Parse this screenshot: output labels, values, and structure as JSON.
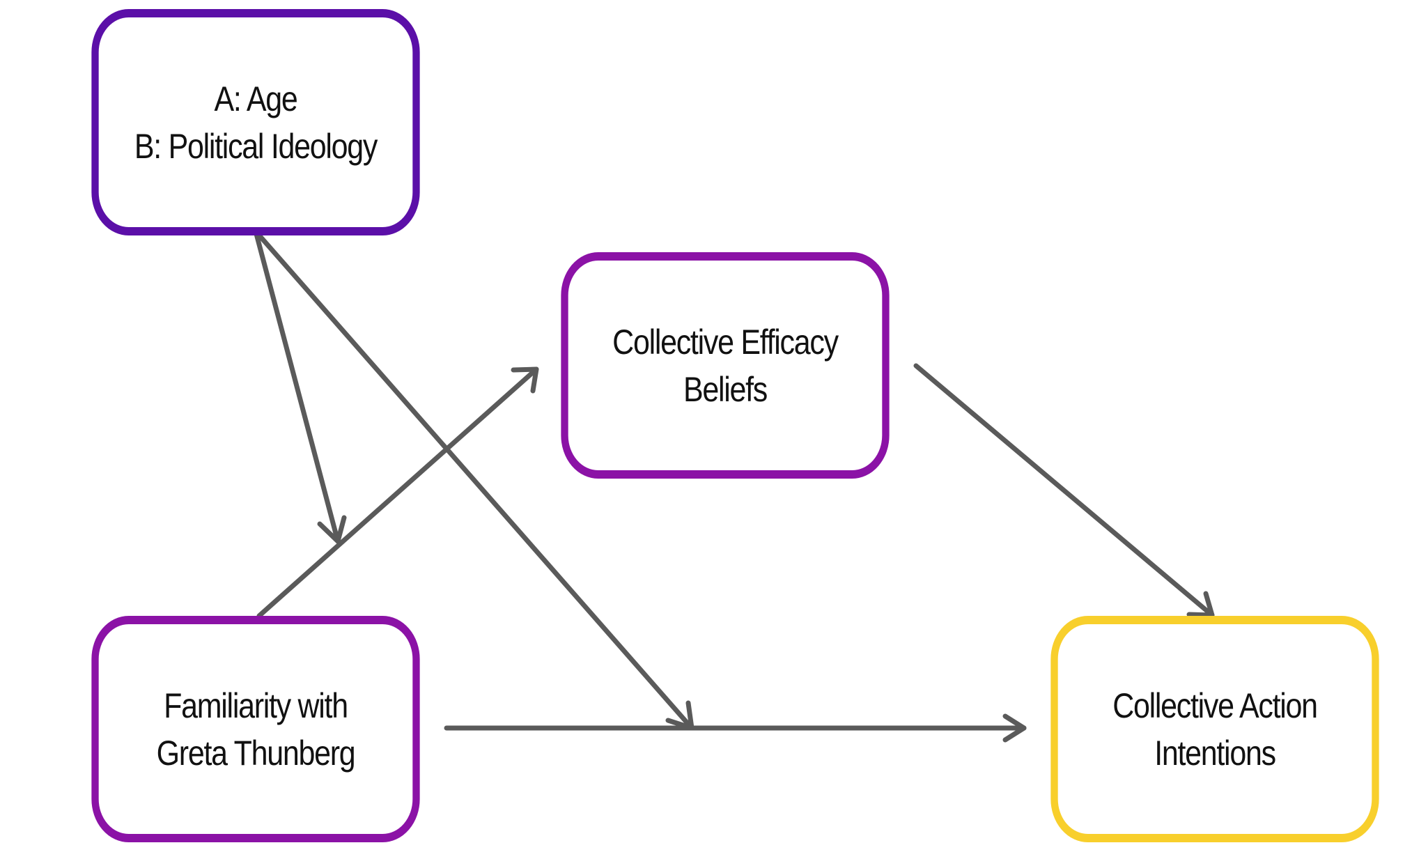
{
  "colors": {
    "moderator_border": "#5b0fa8",
    "mediator_border": "#8b12a6",
    "predictor_border": "#8b12a6",
    "outcome_border": "#f8cf2c",
    "arrow": "#5a5a5a"
  },
  "nodes": {
    "moderators": {
      "line1": "A: Age",
      "line2": "B: Political Ideology"
    },
    "efficacy": {
      "line1": "Collective Efficacy",
      "line2": "Beliefs"
    },
    "familiarity": {
      "line1": "Familiarity with",
      "line2": "Greta Thunberg"
    },
    "action": {
      "line1": "Collective Action",
      "line2": "Intentions"
    }
  },
  "edges": [
    {
      "from": "familiarity",
      "to": "efficacy"
    },
    {
      "from": "efficacy",
      "to": "action"
    },
    {
      "from": "familiarity",
      "to": "action"
    },
    {
      "from": "moderators",
      "to": "edge:familiarity-efficacy"
    },
    {
      "from": "moderators",
      "to": "edge:familiarity-action"
    }
  ]
}
